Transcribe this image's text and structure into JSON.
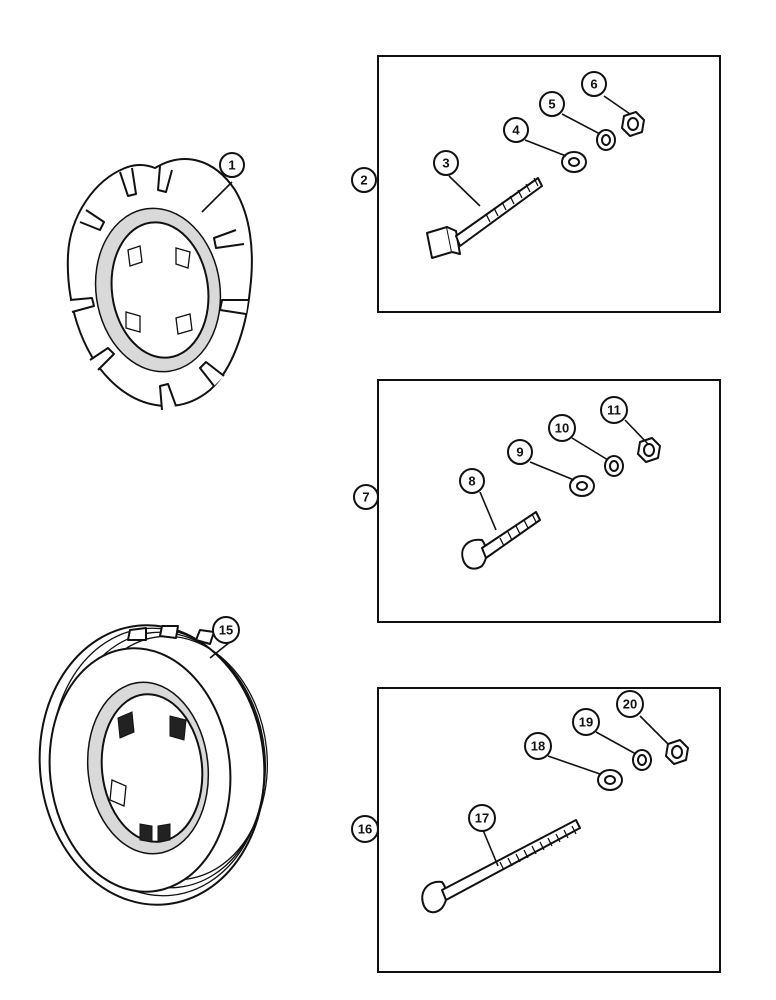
{
  "callouts": {
    "c1": "1",
    "c2": "2",
    "c3": "3",
    "c4": "4",
    "c5": "5",
    "c6": "6",
    "c7": "7",
    "c8": "8",
    "c9": "9",
    "c10": "10",
    "c11": "11",
    "c15": "15",
    "c16": "16",
    "c17": "17",
    "c18": "18",
    "c19": "19",
    "c20": "20"
  }
}
